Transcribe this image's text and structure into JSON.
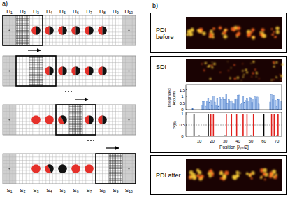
{
  "diagram": {
    "nodes": [
      {
        "text": [
          "PDI before"
        ]
      },
      {
        "text": [
          "SDI"
        ]
      },
      {
        "text": [
          "PDI after"
        ]
      }
    ],
    "labels": [
      "a)",
      "Π₁",
      "Π₂",
      "Π₃",
      "Π₄",
      "Π₅",
      "Π₆",
      "Π₇",
      "Π₈",
      "Π₉",
      "Π₁₀",
      "S₁",
      "S₂",
      "S₃",
      "S₄",
      "S₅",
      "S₆",
      "S₇",
      "S₈",
      "S₉",
      "S₁₀",
      "b)",
      "Integrated kcounts",
      "1.5",
      "1",
      "0.5",
      "0",
      "P(B)",
      "1",
      "0.5",
      "0",
      "10",
      "20",
      "30",
      "40",
      "50",
      "60",
      "70",
      "Position [λₚᵣ/2]"
    ]
  }
}
